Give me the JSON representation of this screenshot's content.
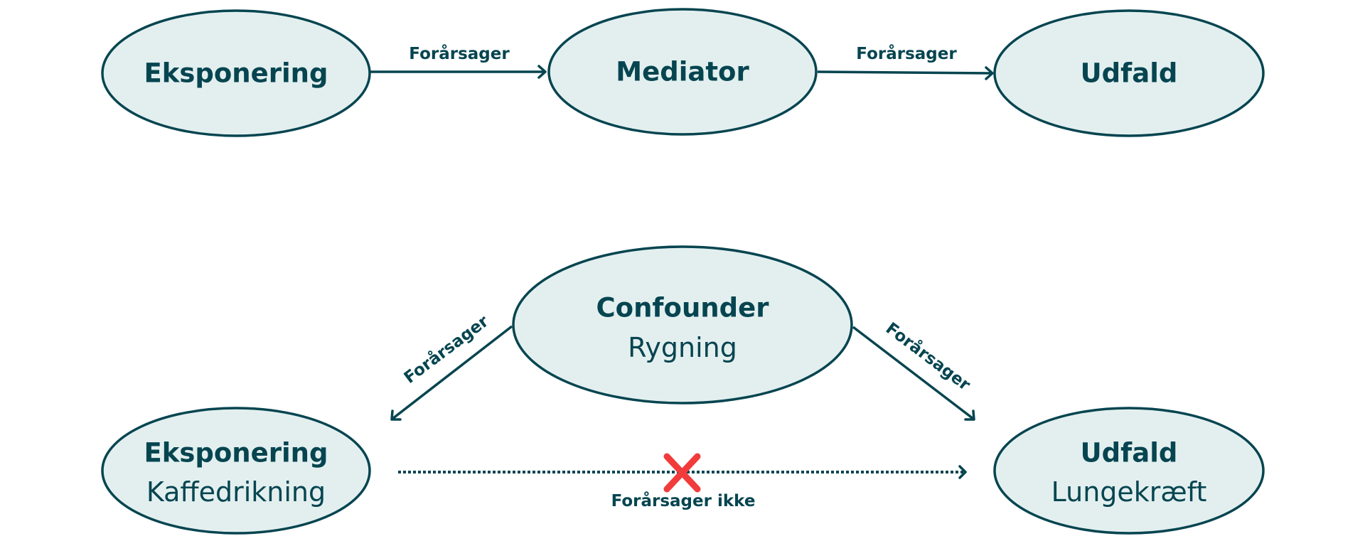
{
  "diagram": {
    "title": "Mediator and confounder causal diagrams",
    "colors": {
      "node_fill": "#e3efef",
      "ink": "#064550",
      "negation": "#f23b3b"
    },
    "mediation": {
      "nodes": [
        {
          "id": "exposure",
          "title": "Eksponering"
        },
        {
          "id": "mediator",
          "title": "Mediator"
        },
        {
          "id": "outcome",
          "title": "Udfald"
        }
      ],
      "edges": [
        {
          "from": "exposure",
          "to": "mediator",
          "label": "Forårsager",
          "style": "solid"
        },
        {
          "from": "mediator",
          "to": "outcome",
          "label": "Forårsager",
          "style": "solid"
        }
      ]
    },
    "confounding": {
      "nodes": [
        {
          "id": "confounder",
          "title": "Confounder",
          "subtitle": "Rygning"
        },
        {
          "id": "exposure",
          "title": "Eksponering",
          "subtitle": "Kaffedrikning"
        },
        {
          "id": "outcome",
          "title": "Udfald",
          "subtitle": "Lungekræft"
        }
      ],
      "edges": [
        {
          "from": "confounder",
          "to": "exposure",
          "label": "Forårsager",
          "style": "solid"
        },
        {
          "from": "confounder",
          "to": "outcome",
          "label": "Forårsager",
          "style": "solid"
        },
        {
          "from": "exposure",
          "to": "outcome",
          "label": "Forårsager ikke",
          "style": "dotted",
          "negated": true,
          "negation_icon": "red-x-icon"
        }
      ]
    }
  }
}
